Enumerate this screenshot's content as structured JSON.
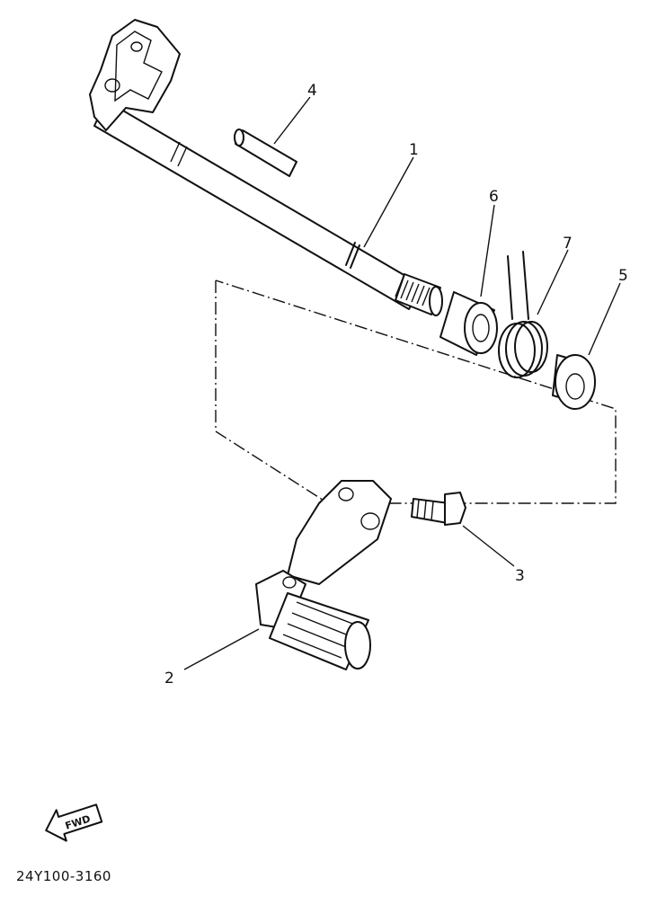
{
  "callouts": [
    {
      "id": "1",
      "label": "1"
    },
    {
      "id": "2",
      "label": "2"
    },
    {
      "id": "3",
      "label": "3"
    },
    {
      "id": "4",
      "label": "4"
    },
    {
      "id": "5",
      "label": "5"
    },
    {
      "id": "6",
      "label": "6"
    },
    {
      "id": "7",
      "label": "7"
    }
  ],
  "fwd_label": "FWD",
  "drawing_number": "24Y100-3160",
  "colors": {
    "ink": "#111111",
    "paper": "#ffffff"
  }
}
